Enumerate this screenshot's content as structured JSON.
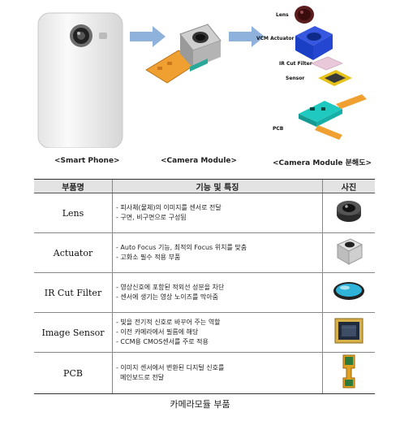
{
  "diagram": {
    "captions": {
      "smart_phone": "<Smart Phone>",
      "camera_module": "<Camera Module>",
      "exploded": "<Camera Module 분해도>"
    },
    "exploded_labels": {
      "lens": "Lens",
      "vcm": "VCM Actuator",
      "ir": "IR Cut Filter",
      "sensor": "Sensor",
      "pcb": "PCB"
    }
  },
  "table": {
    "headers": [
      "부품명",
      "기능 및 특징",
      "사진"
    ],
    "rows": [
      {
        "name": "Lens",
        "photo_icon": "lens-photo-icon",
        "features": [
          "- 피사체(물체)의 이미지를 센서로 전달",
          "- 구면, 비구면으로 구성됨"
        ]
      },
      {
        "name": "Actuator",
        "photo_icon": "actuator-photo-icon",
        "features": [
          "- Auto Focus 기능, 최적의 Focus 위치를 맞춤",
          "- 고화소 필수 적용 부품"
        ]
      },
      {
        "name": "IR Cut Filter",
        "photo_icon": "ir-filter-photo-icon",
        "features": [
          "- 영상신호에 포함된 적외선 성분을 차단",
          "- 센서에 생기는 영상 노이즈를 막아줌"
        ]
      },
      {
        "name": "Image Sensor",
        "photo_icon": "image-sensor-photo-icon",
        "features": [
          "- 빛을 전기적 신호로 바꾸어 주는 역할",
          "- 이전 카메라에서 필름에 해당",
          "- CCM용 CMOS센서를 주로 적용"
        ]
      },
      {
        "name": "PCB",
        "photo_icon": "pcb-photo-icon",
        "features": [
          "- 이미지 센서에서 변환된 디지털 신호를",
          "  메인보드로 전달"
        ]
      }
    ]
  },
  "caption": "카메라모듈 부품",
  "colors": {
    "arrow": "#8fb2dc",
    "actuator": "#1a3fc4",
    "pcb": "#f0a030",
    "ir_filter": "#e9c8d9",
    "pcb_board": "#1fc9c0"
  }
}
